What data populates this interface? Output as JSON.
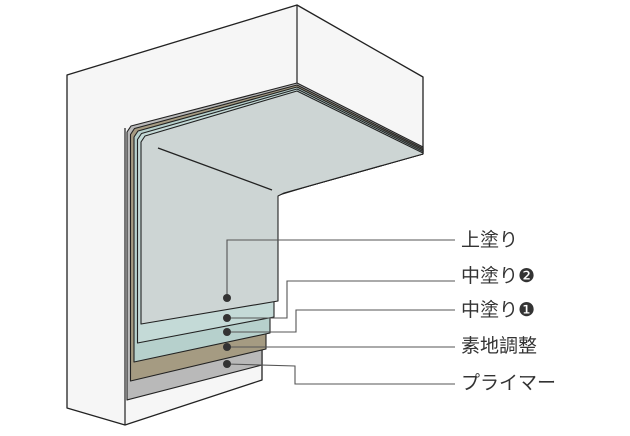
{
  "layers": [
    {
      "name": "上塗り",
      "color": "#cdd5d4"
    },
    {
      "name": "中塗り❷",
      "color": "#c4dad7"
    },
    {
      "name": "中塗り❶",
      "color": "#b6d0cc"
    },
    {
      "name": "素地調整",
      "color": "#a59b82"
    },
    {
      "name": "プライマー",
      "color": "#b9b9b9"
    }
  ],
  "wall_color": "#f6f6f6"
}
